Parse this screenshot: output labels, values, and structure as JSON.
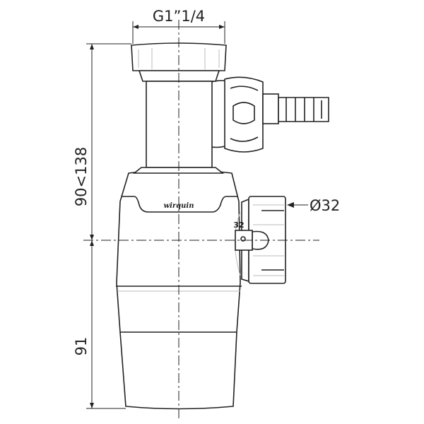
{
  "dimensions": {
    "thread": "G1”1/4",
    "outlet_diameter": "Ø32",
    "height_range": "90<138",
    "lower_height": "91"
  },
  "part_markings": {
    "brand_logo": "wirquin",
    "outlet_size": "32"
  }
}
